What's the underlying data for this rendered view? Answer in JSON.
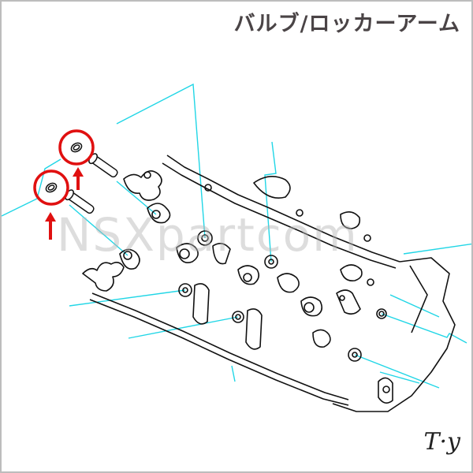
{
  "header": {
    "title": "バルブ/ロッカーアーム"
  },
  "watermark": {
    "text": "NSXpartcom"
  },
  "diagram": {
    "subject": "cylinder-head-exploded-view",
    "highlighted_parts": [
      {
        "id": "part-1",
        "label": "valve-seal-upper",
        "marker": "red-circle",
        "arrow": "up"
      },
      {
        "id": "part-2",
        "label": "valve-seal-lower",
        "marker": "red-circle",
        "arrow": "up"
      }
    ],
    "colors": {
      "line_art": "#111111",
      "leader_lines": "#21d6e6",
      "highlight": "#e01010",
      "title": "#4a4446",
      "border": "#bdbdbd"
    }
  },
  "footer": {
    "signature": "T·y"
  }
}
